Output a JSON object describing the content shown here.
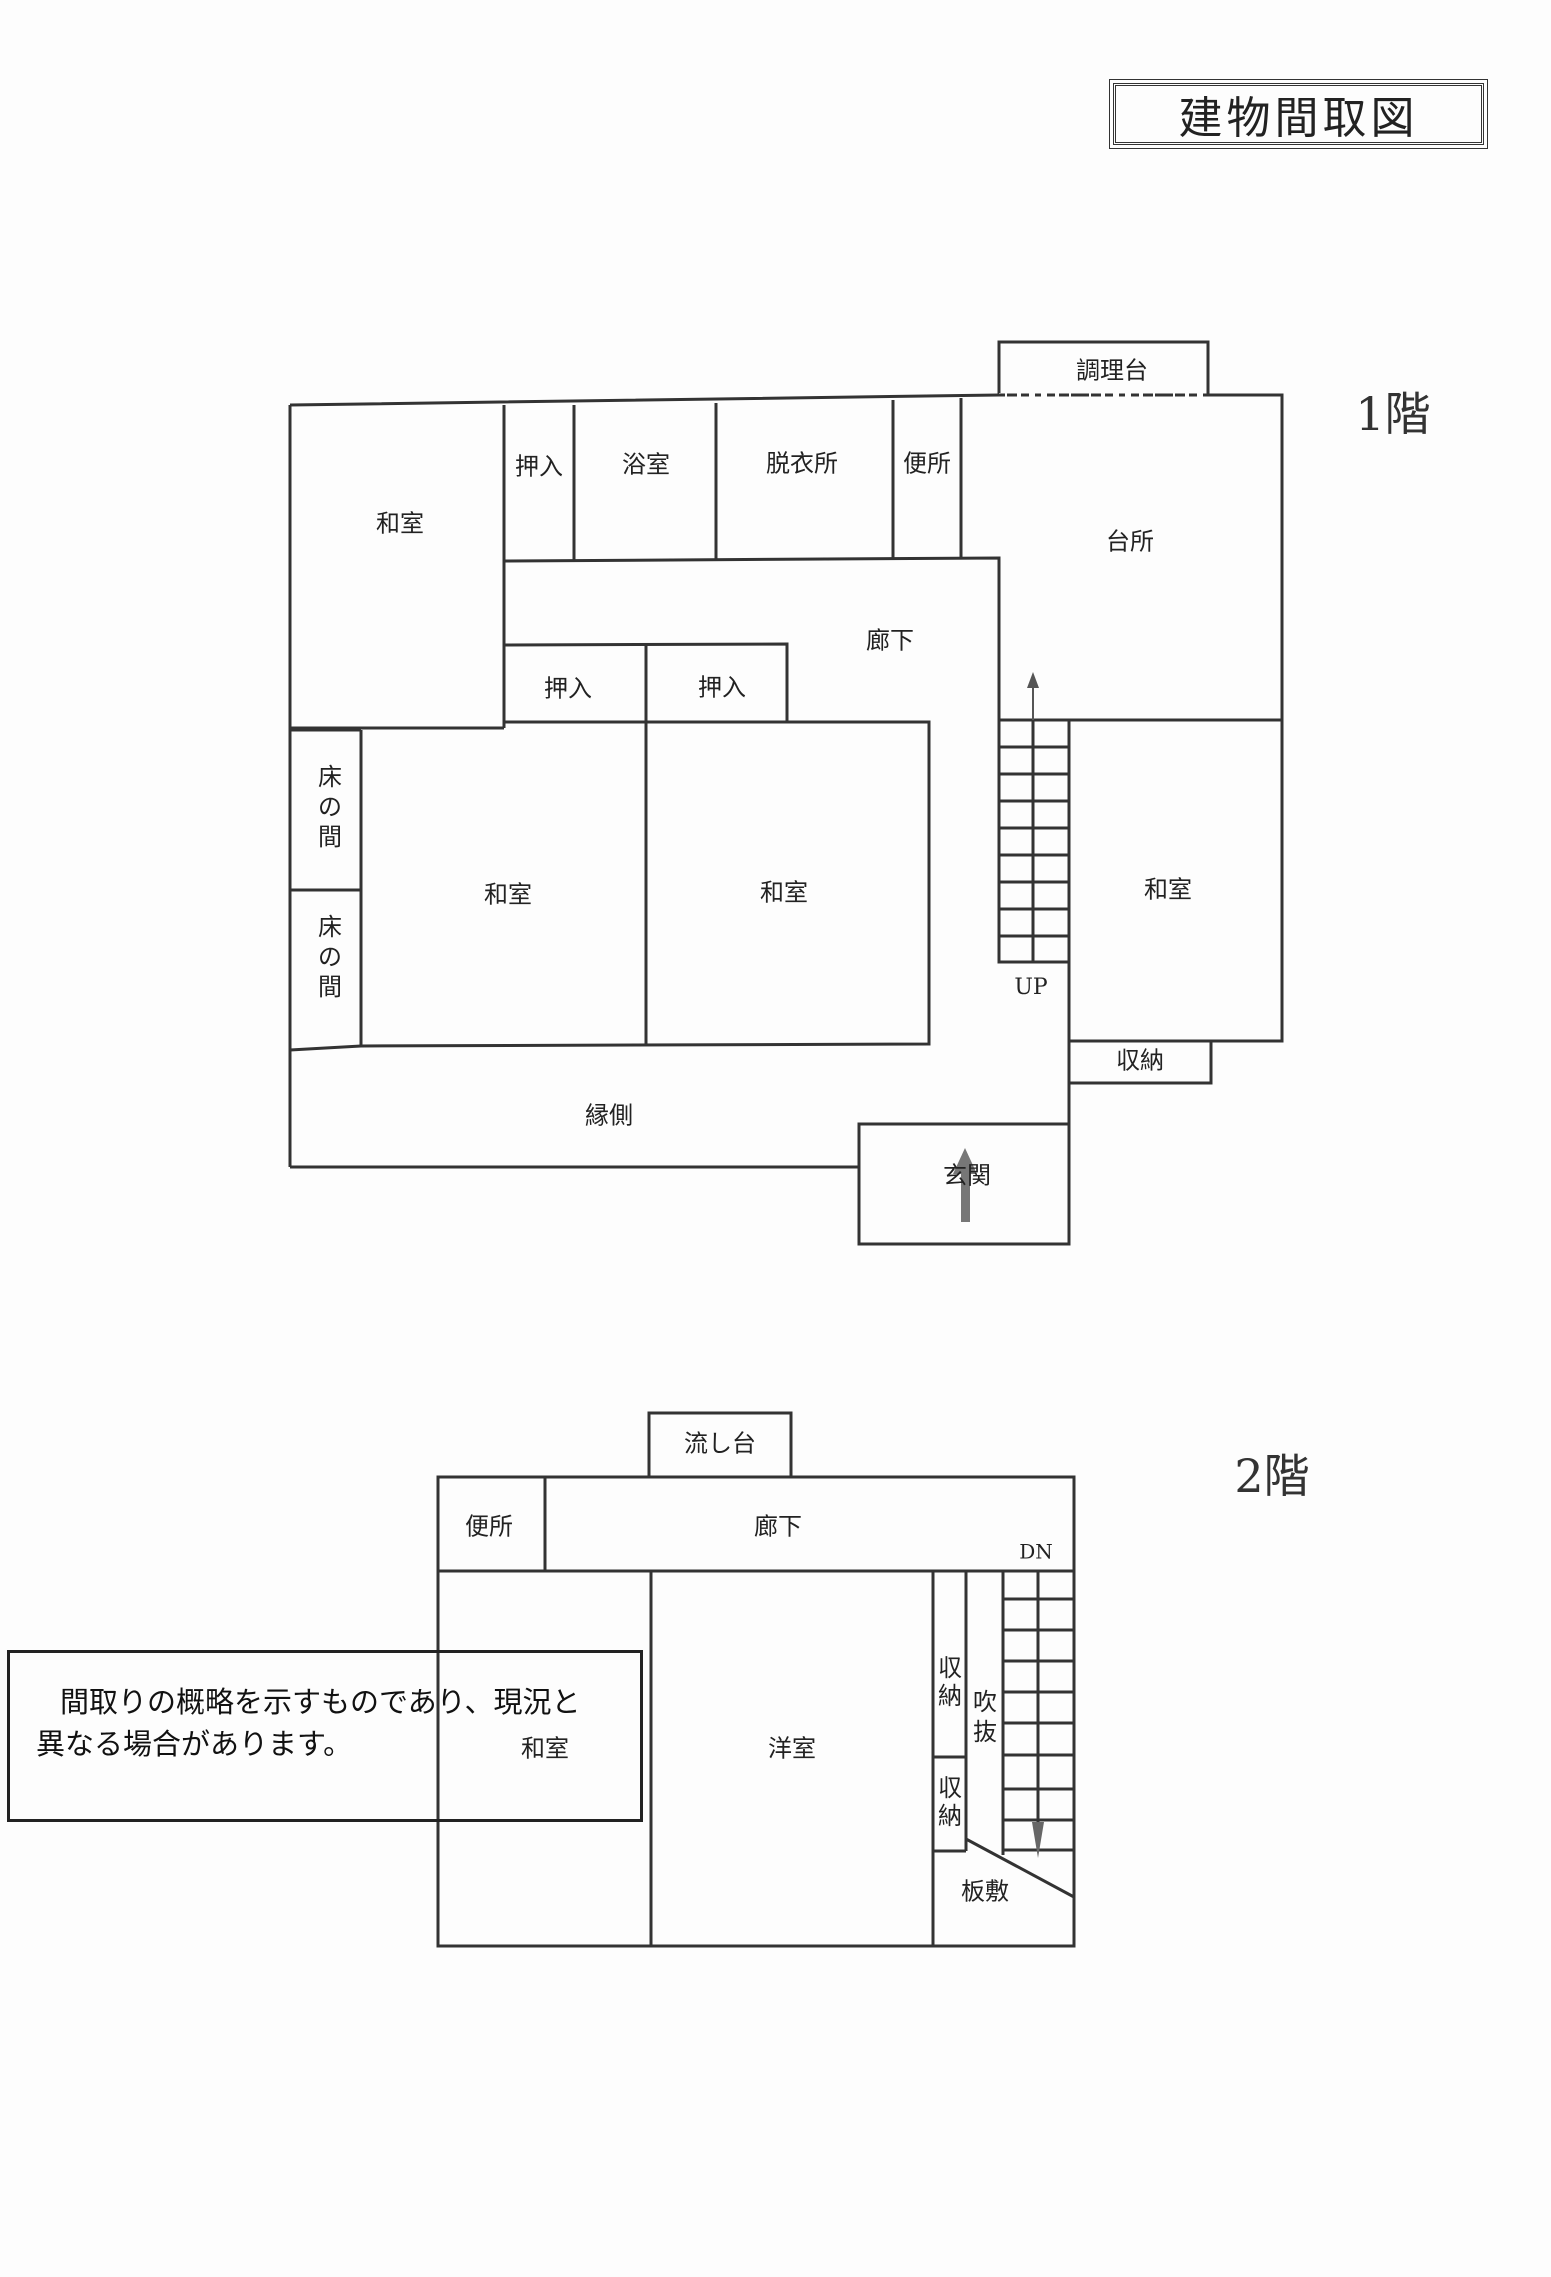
{
  "title": "建物間取図",
  "floor1": {
    "label": "1階",
    "rooms": {
      "washitsu_nw": "和室",
      "oshiire_top": "押入",
      "yokushitsu": "浴室",
      "datsuisho": "脱衣所",
      "benjo": "便所",
      "choritai": "調理台",
      "daidokoro": "台所",
      "roka": "廊下",
      "oshiire_a": "押入",
      "oshiire_b": "押入",
      "tokonoma_a": [
        "床",
        "の",
        "間"
      ],
      "tokonoma_b": [
        "床",
        "の",
        "間"
      ],
      "washitsu_a": "和室",
      "washitsu_b": "和室",
      "washitsu_e": "和室",
      "shuno": "収納",
      "engawa": "縁側",
      "genkan": "玄関"
    },
    "stair_label": "UP"
  },
  "floor2": {
    "label": "2階",
    "rooms": {
      "nagashidai": "流し台",
      "benjo": "便所",
      "roka": "廊下",
      "washitsu": "和室",
      "yoshitsu": "洋室",
      "shuno_a": [
        "収",
        "納"
      ],
      "shuno_b": [
        "収",
        "納"
      ],
      "fukinuke": [
        "吹",
        "抜"
      ],
      "itajiki": "板敷"
    },
    "stair_label": "DN"
  },
  "note": {
    "line1": "間取りの概略を示すものであり、現況と",
    "line2": "異なる場合があります。"
  }
}
